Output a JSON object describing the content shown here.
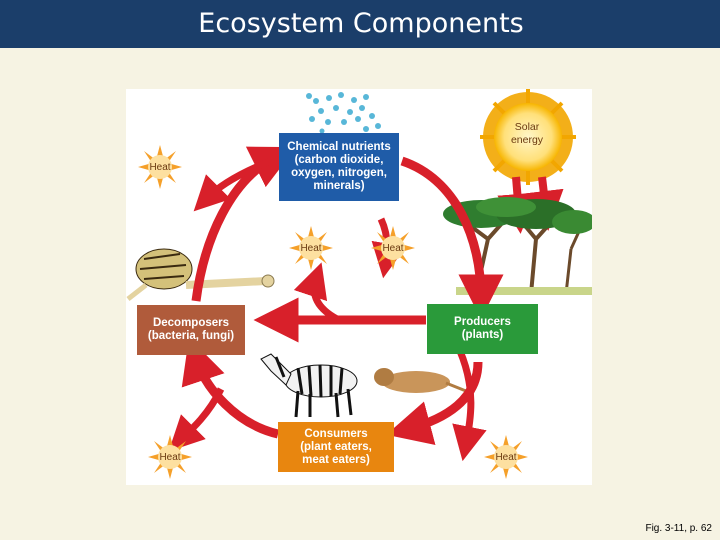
{
  "slide": {
    "title": "Ecosystem Components",
    "caption": "Fig. 3-11, p. 62"
  },
  "diagram": {
    "nutrients_box": "Chemical nutrients\n(carbon dioxide,\noxygen, nitrogen,\nminerals)",
    "producers_box": "Producers\n(plants)",
    "consumers_box": "Consumers\n(plant eaters,\nmeat eaters)",
    "decomposers_box": "Decomposers\n(bacteria, fungi)",
    "solar_energy": "Solar\nenergy",
    "heat_label": "Heat"
  },
  "colors": {
    "title_bar": "#1b3e6a",
    "background": "#f6f3e3",
    "nutrients_box": "#1f5ca8",
    "producers_box": "#2a9a3a",
    "consumers_box": "#e8860f",
    "decomposers_box": "#b05b3b",
    "arrows": "#d8202a",
    "heat_burst": "#f5a02a",
    "sun": "#f7b500"
  }
}
